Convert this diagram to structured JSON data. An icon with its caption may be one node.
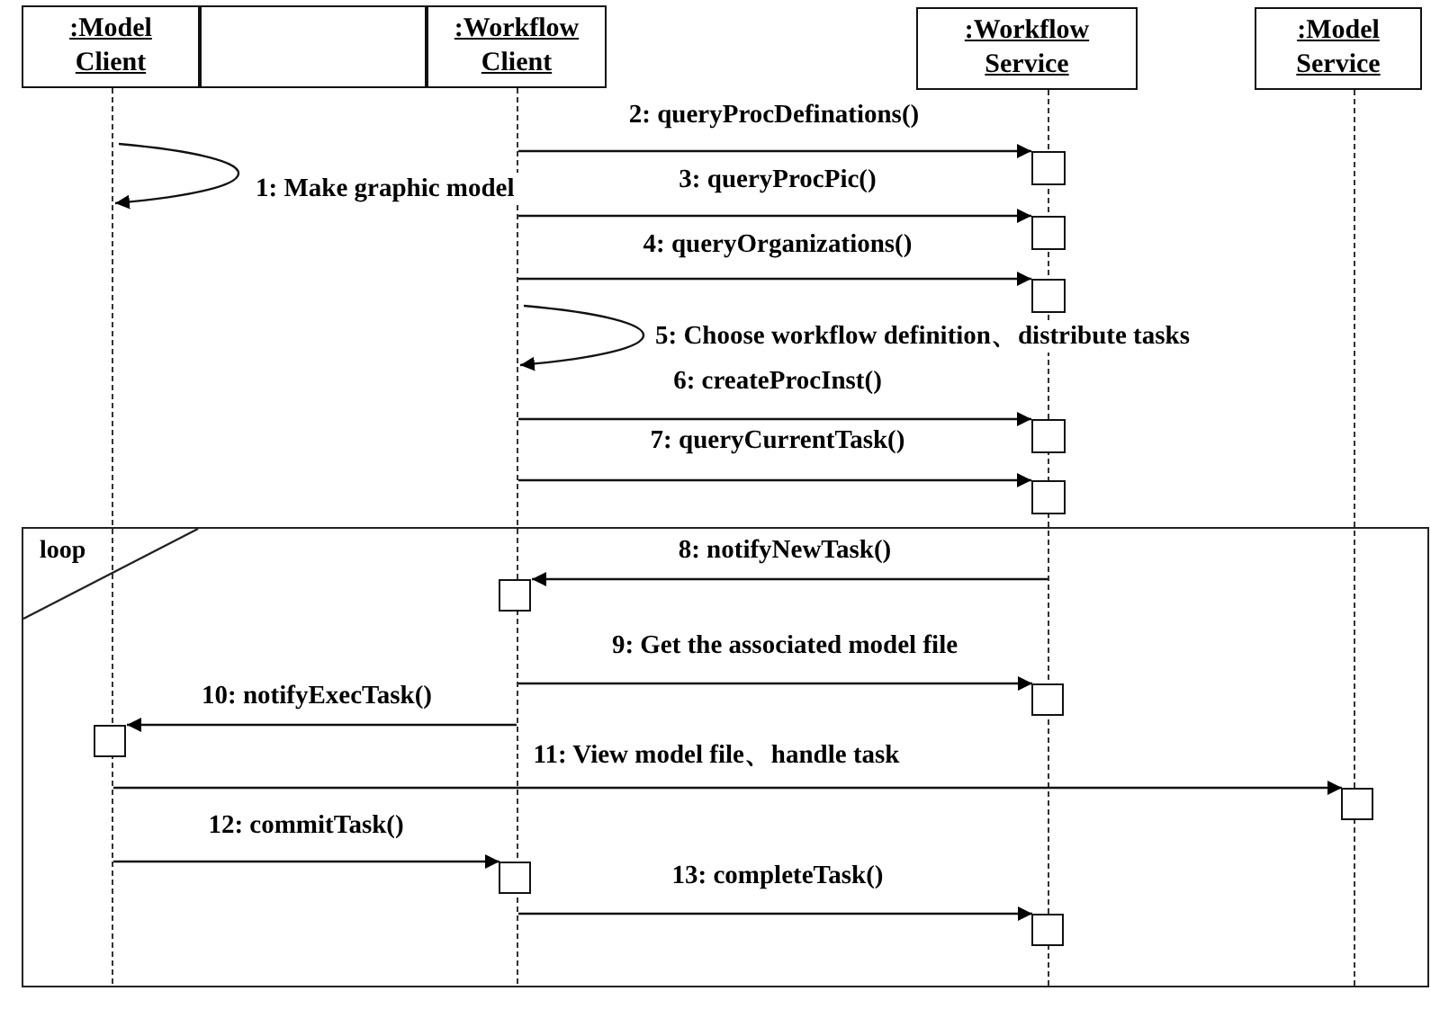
{
  "diagram": {
    "nodes": [
      {
        "text": [
          ":Model Client"
        ]
      },
      {
        "text": [],
        "shape": "box"
      },
      {
        "text": [
          ":Workflow Client"
        ]
      },
      {
        "text": [
          ":Workflow Service"
        ]
      },
      {
        "text": [
          ":Model Service"
        ]
      },
      {
        "text": [],
        "shape": "line"
      },
      {
        "text": [],
        "shape": "line"
      },
      {
        "text": [],
        "shape": "line"
      },
      {
        "text": [],
        "shape": "line"
      },
      {
        "text": [
          "loop"
        ]
      },
      {
        "text": [],
        "shape": "box"
      },
      {
        "text": [],
        "shape": "box"
      },
      {
        "text": [],
        "shape": "box"
      },
      {
        "text": [],
        "shape": "box"
      },
      {
        "text": [],
        "shape": "box"
      },
      {
        "text": [],
        "shape": "box",
        "in": 9
      },
      {
        "text": [],
        "shape": "box",
        "in": 9
      },
      {
        "text": [],
        "shape": "box",
        "in": 9
      },
      {
        "text": [],
        "shape": "box",
        "in": 9
      },
      {
        "text": [],
        "shape": "box",
        "in": 9
      },
      {
        "text": [],
        "shape": "box",
        "in": 9
      }
    ],
    "edges": [
      {
        "from": 5,
        "to": 5,
        "arrow": "to",
        "label": "1: Make graphic model"
      },
      {
        "from": 6,
        "to": 10,
        "arrow": "to",
        "label": "2: queryProcDefinations()"
      },
      {
        "from": 6,
        "to": 11,
        "arrow": "to",
        "label": "3: queryProcPic()"
      },
      {
        "from": 6,
        "to": 12,
        "arrow": "to",
        "label": "4: queryOrganizations()"
      },
      {
        "from": 6,
        "to": 6,
        "arrow": "to",
        "label": "5: Choose workflow definition、distribute tasks"
      },
      {
        "from": 6,
        "to": 13,
        "arrow": "to",
        "label": "6: createProcInst()"
      },
      {
        "from": 6,
        "to": 14,
        "arrow": "to",
        "label": "7: queryCurrentTask()"
      },
      {
        "from": 7,
        "to": 15,
        "arrow": "to",
        "label": "8: notifyNewTask()"
      },
      {
        "from": 6,
        "to": 16,
        "arrow": "to",
        "label": "9: Get the associated model file"
      },
      {
        "from": 6,
        "to": 17,
        "arrow": "to",
        "label": "10: notifyExecTask()"
      },
      {
        "from": 5,
        "to": 18,
        "arrow": "to",
        "label": "11: View model file、handle task"
      },
      {
        "from": 5,
        "to": 19,
        "arrow": "to",
        "label": "12: commitTask()"
      },
      {
        "from": 6,
        "to": 20,
        "arrow": "to",
        "label": "13: completeTask()"
      }
    ]
  }
}
